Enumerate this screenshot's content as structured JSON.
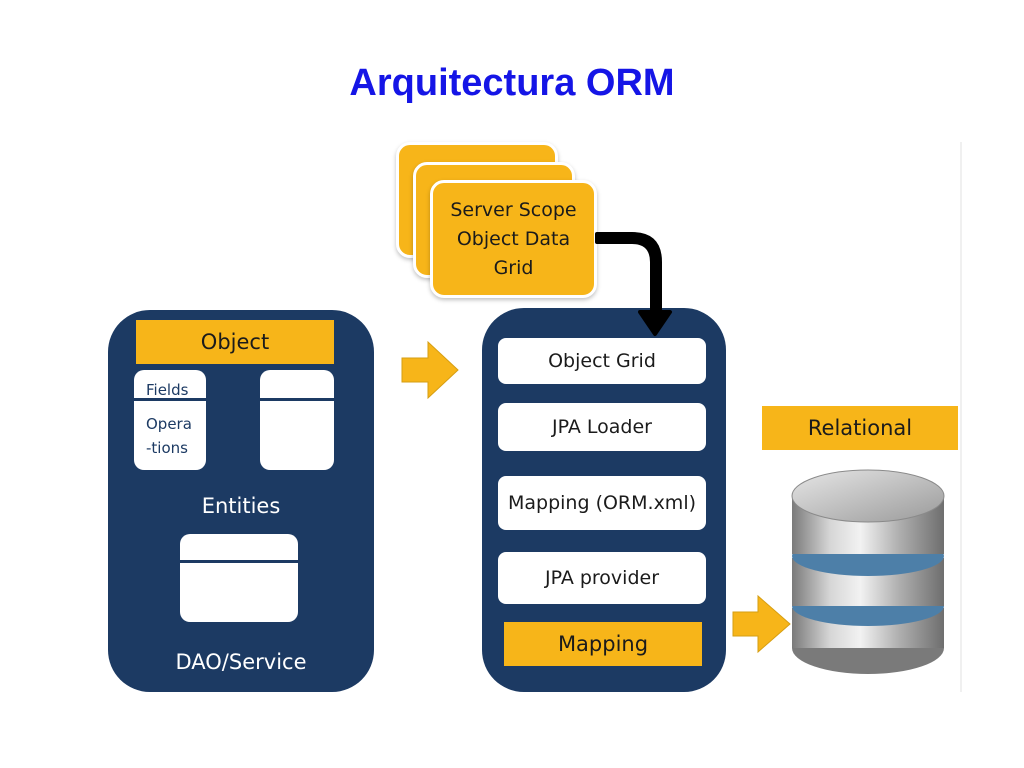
{
  "title": "Arquitectura ORM",
  "grid_stack": {
    "lines": [
      "Server Scope",
      "Object Data",
      "Grid"
    ]
  },
  "left_panel": {
    "object_header": "Object",
    "fields_label": "Fields",
    "operations_label_1": "Opera",
    "operations_label_2": "-tions",
    "entities_label": "Entities",
    "dao_label": "DAO/Service"
  },
  "middle_panel": {
    "items": [
      "Object Grid",
      "JPA Loader",
      "Mapping (ORM.xml)",
      "JPA provider"
    ],
    "footer": "Mapping"
  },
  "database": {
    "label": "Relational"
  },
  "colors": {
    "panel": "#1c3a63",
    "accent": "#f7b519",
    "title": "#1515e6",
    "arrow": "#f7b519",
    "connector": "#000000"
  }
}
